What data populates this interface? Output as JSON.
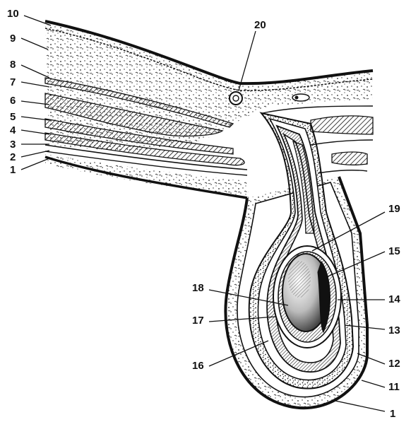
{
  "labels": {
    "l10": "10",
    "l9": "9",
    "l8": "8",
    "l7": "7",
    "l6": "6",
    "l5": "5",
    "l4": "4",
    "l3": "3",
    "l2": "2",
    "l1_left": "1",
    "l20": "20",
    "l19": "19",
    "l15": "15",
    "l18": "18",
    "l14": "14",
    "l17": "17",
    "l13": "13",
    "l16": "16",
    "l12": "12",
    "l11": "11",
    "l1_bottom": "1"
  },
  "colors": {
    "ink": "#111111",
    "paper": "#ffffff",
    "stipple": "#222222"
  }
}
